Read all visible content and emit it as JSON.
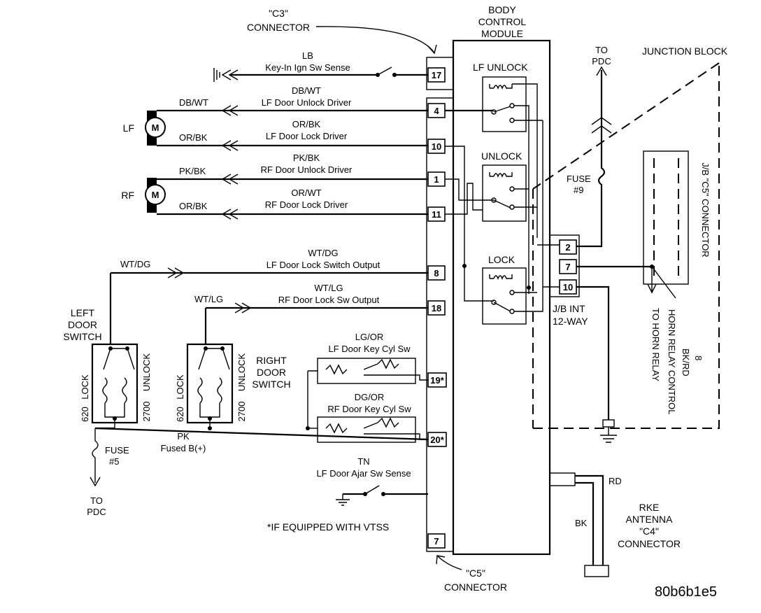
{
  "connectors": {
    "c3": [
      "\"C3\"",
      "CONNECTOR"
    ],
    "c5": [
      "\"C5\"",
      "CONNECTOR"
    ],
    "c4": [
      "RKE",
      "ANTENNA",
      "\"C4\"",
      "CONNECTOR"
    ],
    "jb_c5": "J/B \"C5\" CONNECTOR",
    "jb_int": [
      "J/B INT",
      "12-WAY"
    ]
  },
  "module": {
    "title": [
      "BODY",
      "CONTROL",
      "MODULE"
    ],
    "relays": [
      "LF UNLOCK",
      "UNLOCK",
      "LOCK"
    ]
  },
  "pins": {
    "p17": "17",
    "p4": "4",
    "p10": "10",
    "p1": "1",
    "p11": "11",
    "p8": "8",
    "p18": "18",
    "p19": "19*",
    "p20": "20*",
    "p7": "7",
    "j2": "2",
    "j7": "7",
    "j10": "10"
  },
  "circuits": {
    "keyin": {
      "color": "LB",
      "name": "Key-In Ign Sw Sense"
    },
    "lfunlock": {
      "color": "DB/WT",
      "name": "LF Door Unlock Driver",
      "left": "DB/WT"
    },
    "lflock": {
      "color": "OR/BK",
      "name": "LF Door Lock Driver",
      "left": "OR/BK"
    },
    "rfunlock": {
      "color": "PK/BK",
      "name": "RF Door Unlock Driver",
      "left": "PK/BK"
    },
    "rflock": {
      "color": "OR/WT",
      "name": "RF Door Lock Driver",
      "left": "OR/BK"
    },
    "lfswout": {
      "color": "WT/DG",
      "name": "LF Door Lock Switch Output",
      "left": "WT/DG"
    },
    "rfswout": {
      "color": "WT/LG",
      "name": "RF Door Lock Sw Output",
      "left": "WT/LG"
    },
    "lfkey": {
      "color": "LG/OR",
      "name": "LF Door Key Cyl Sw"
    },
    "rfkey": {
      "color": "DG/OR",
      "name": "RF Door Key Cyl Sw"
    },
    "ajar": {
      "color": "TN",
      "name": "LF Door Ajar Sw Sense"
    },
    "fused": {
      "color": "PK",
      "name": "Fused B(+)"
    },
    "horn": {
      "pin": "8",
      "color": "BK/RD",
      "name": "HORN RELAY CONTROL"
    }
  },
  "motors": {
    "lf": "LF",
    "rf": "RF",
    "m": "M"
  },
  "switches": {
    "left": [
      "LEFT",
      "DOOR",
      "SWITCH"
    ],
    "right": [
      "RIGHT",
      "DOOR",
      "SWITCH"
    ],
    "lock": "LOCK",
    "unlock": "UNLOCK",
    "r620": "620",
    "r2700": "2700"
  },
  "fuses": {
    "f9": [
      "FUSE",
      "#9"
    ],
    "f5": [
      "FUSE",
      "#5"
    ],
    "to_pdc": [
      "TO",
      "PDC"
    ]
  },
  "misc": {
    "junction_block": "JUNCTION BLOCK",
    "to_horn_relay": "TO HORN RELAY",
    "footnote": "*IF EQUIPPED WITH VTSS",
    "rd": "RD",
    "bk": "BK"
  },
  "figure_code": "80b6b1e5"
}
